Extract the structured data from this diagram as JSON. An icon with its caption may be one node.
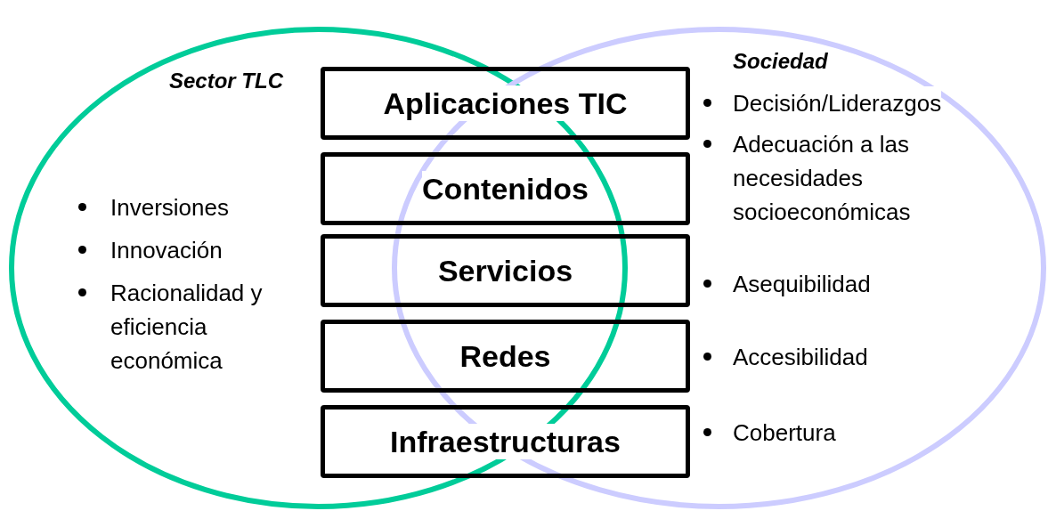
{
  "diagram": {
    "nodes": [
      {
        "text": [
          "Sector TLC",
          "Inversiones",
          "Innovación",
          "Racionalidad y eficiencia económica"
        ]
      },
      {
        "text": [
          "Sociedad",
          "Decisión/Liderazgos",
          "Adecuación a las necesidades socioeconómicas",
          "Asequibilidad",
          "Accesibilidad",
          "Cobertura"
        ]
      },
      {
        "text": [
          "Aplicaciones TIC"
        ]
      },
      {
        "text": [
          "Contenidos"
        ]
      },
      {
        "text": [
          "Servicios"
        ]
      },
      {
        "text": [
          "Redes"
        ]
      },
      {
        "text": [
          "Infraestructuras"
        ]
      }
    ]
  }
}
